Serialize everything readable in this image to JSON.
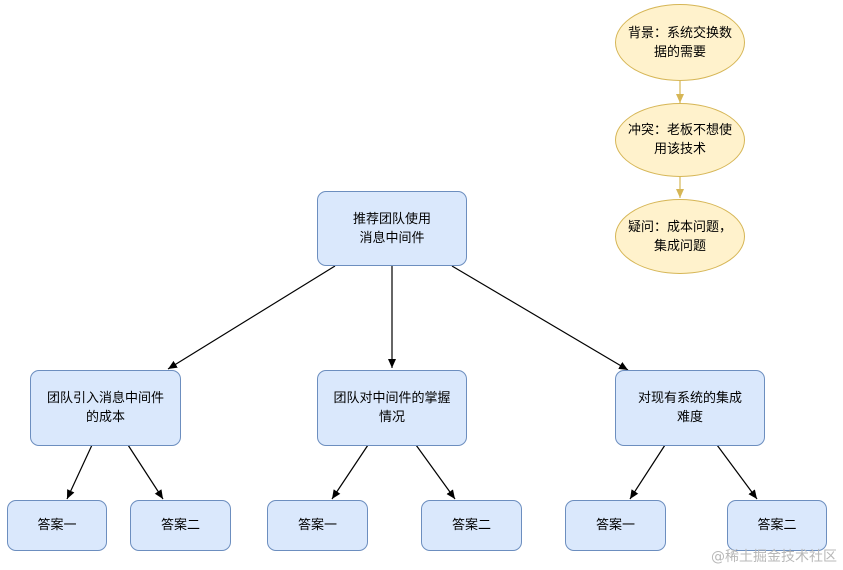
{
  "root": "推荐团队使用\n消息中间件",
  "branches": [
    "团队引入消息中间件\n的成本",
    "团队对中间件的掌握\n情况",
    "对现有系统的集成\n难度"
  ],
  "answers": [
    "答案一",
    "答案二",
    "答案一",
    "答案二",
    "答案一",
    "答案二"
  ],
  "story": [
    "背景：系统交换数\n据的需要",
    "冲突：老板不想使\n用该技术",
    "疑问：成本问题，\n集成问题"
  ],
  "colors": {
    "box_fill": "#dae8fc",
    "box_stroke": "#6c8ebf",
    "ellipse_fill": "#fff2cc",
    "ellipse_stroke": "#d6b656",
    "edge": "#000000",
    "story_edge": "#d6b656"
  },
  "watermark": "@稀土掘金技术社区"
}
